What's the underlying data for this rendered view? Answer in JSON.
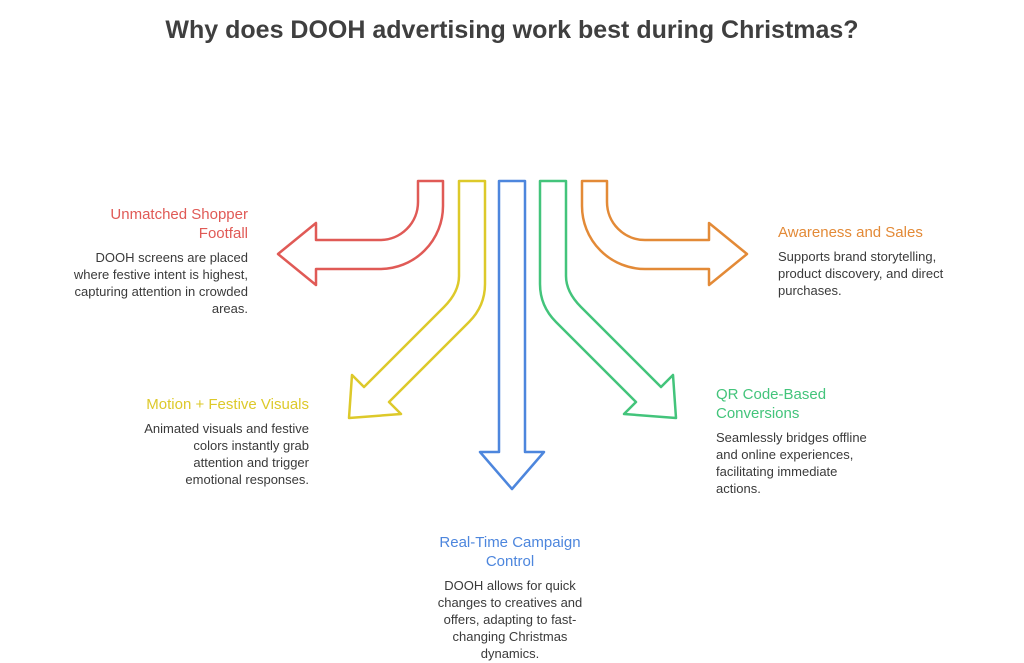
{
  "title": "Why does DOOH advertising work best during Christmas?",
  "colors": {
    "red": "#e05a56",
    "yellow": "#ddc92a",
    "blue": "#4d86dd",
    "green": "#43c47b",
    "orange": "#e38a37",
    "title": "#3f3f3f",
    "body": "#3a3a3a"
  },
  "items": [
    {
      "id": "footfall",
      "color": "red",
      "heading": "Unmatched Shopper Footfall",
      "heading_lines": [
        "Unmatched Shopper",
        "Footfall"
      ],
      "body_lines": [
        "DOOH screens are placed",
        "where festive intent is highest,",
        "capturing attention in crowded",
        "areas."
      ]
    },
    {
      "id": "visuals",
      "color": "yellow",
      "heading": "Motion + Festive Visuals",
      "heading_lines": [
        "Motion + Festive Visuals"
      ],
      "body_lines": [
        "Animated visuals and festive",
        "colors instantly grab",
        "attention and trigger",
        "emotional responses."
      ]
    },
    {
      "id": "control",
      "color": "blue",
      "heading": "Real-Time Campaign Control",
      "heading_lines": [
        "Real-Time Campaign",
        "Control"
      ],
      "body_lines": [
        "DOOH allows for quick",
        "changes to creatives and",
        "offers, adapting to fast-",
        "changing Christmas",
        "dynamics."
      ]
    },
    {
      "id": "qr",
      "color": "green",
      "heading": "QR Code-Based Conversions",
      "heading_lines": [
        "QR Code-Based",
        "Conversions"
      ],
      "body_lines": [
        "Seamlessly bridges offline",
        "and online experiences,",
        "facilitating immediate",
        "actions."
      ]
    },
    {
      "id": "awareness",
      "color": "orange",
      "heading": "Awareness and Sales",
      "heading_lines": [
        "Awareness and Sales"
      ],
      "body_lines": [
        "Supports brand storytelling,",
        "product discovery, and direct",
        "purchases."
      ]
    }
  ]
}
